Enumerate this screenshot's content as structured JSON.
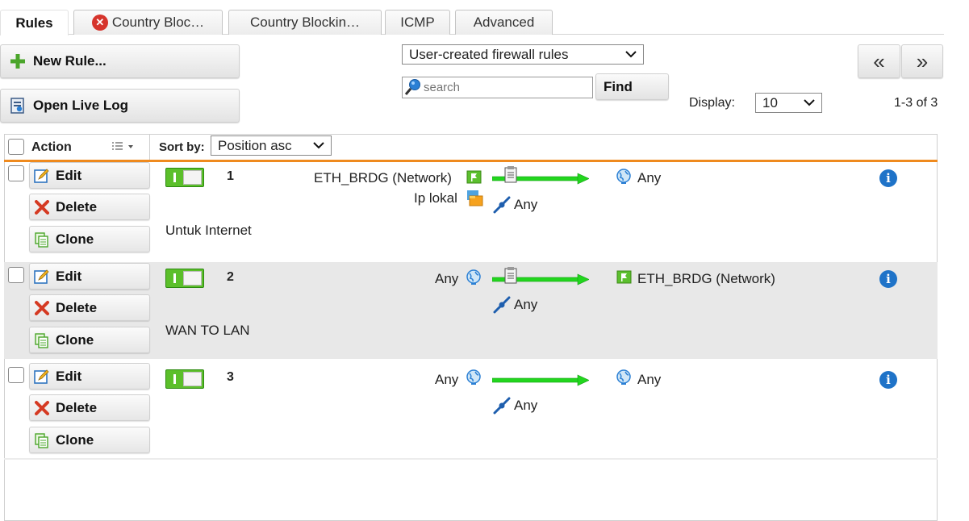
{
  "tabs": [
    {
      "label": "Rules",
      "active": true
    },
    {
      "label": "Country Bloc…",
      "icon": "error-icon"
    },
    {
      "label": "Country Blockin…"
    },
    {
      "label": "ICMP"
    },
    {
      "label": "Advanced"
    }
  ],
  "toolbar": {
    "new_rule_label": "New Rule...",
    "live_log_label": "Open Live Log",
    "filter_value": "User-created firewall rules",
    "search_placeholder": "search",
    "find_label": "Find",
    "display_label": "Display:",
    "display_value": "10",
    "pagination": "1-3 of 3",
    "prev_label": "«",
    "next_label": "»"
  },
  "table": {
    "action_header": "Action",
    "sort_label": "Sort by:",
    "sort_value": "Position asc",
    "edit_label": "Edit",
    "delete_label": "Delete",
    "clone_label": "Clone",
    "rows": [
      {
        "position": "1",
        "source": "ETH_BRDG (Network)",
        "source2": "Ip lokal",
        "service": "Any",
        "destination": "Any",
        "comment": "Untuk Internet",
        "enabled": true
      },
      {
        "position": "2",
        "source": "Any",
        "service": "Any",
        "destination": "ETH_BRDG (Network)",
        "comment": "WAN TO LAN",
        "enabled": true
      },
      {
        "position": "3",
        "source": "Any",
        "service": "Any",
        "destination": "Any",
        "comment": "",
        "enabled": true
      }
    ]
  },
  "colors": {
    "accent_orange": "#ef8a1e",
    "toggle_green": "#5bbf2a",
    "arrow_green": "#22d61e",
    "info_blue": "#1f73c8",
    "row_alt": "#e8e8e8"
  }
}
